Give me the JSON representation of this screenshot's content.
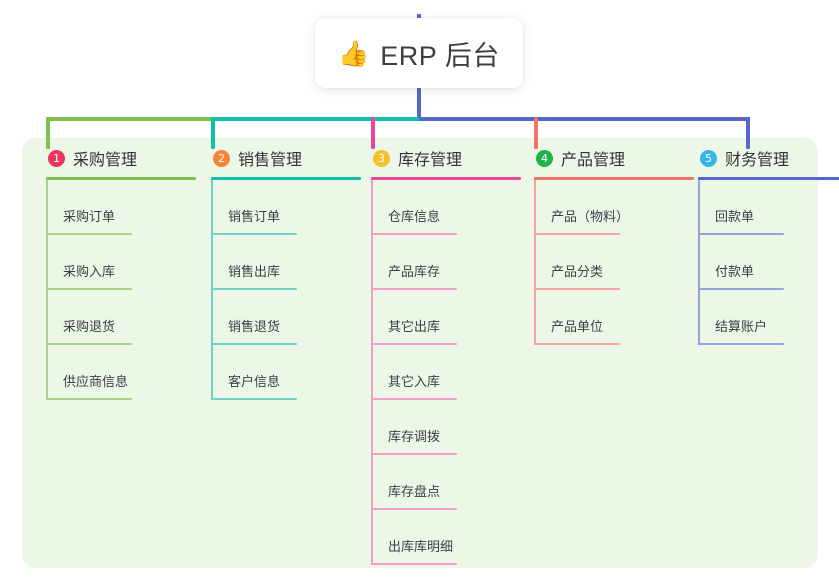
{
  "root": {
    "icon": "thumbs-up-icon",
    "emoji": "👍",
    "title": "ERP 后台"
  },
  "colors": {
    "panel_bg": "#edf7e7",
    "green": "#7cc24b",
    "teal": "#12bfa8",
    "pink": "#e8489b",
    "salmon": "#f4706a",
    "blue": "#5566cc",
    "badge1": "#e8365d",
    "badge2": "#f4863a",
    "badge3": "#f5c02b",
    "badge4": "#22b14c",
    "badge5": "#35b6e8",
    "item_green": "#a9d08e",
    "item_teal": "#6fd0c6",
    "item_pink": "#efa0c8",
    "item_salmon": "#f6a49f",
    "item_blue": "#94a6e0"
  },
  "columns": [
    {
      "number": "1",
      "title": "采购管理",
      "badge_color": "#e8365d",
      "rule_color": "#7cc24b",
      "item_rule_color": "#a9d08e",
      "items": [
        "采购订单",
        "采购入库",
        "采购退货",
        "供应商信息"
      ]
    },
    {
      "number": "2",
      "title": "销售管理",
      "badge_color": "#f4863a",
      "rule_color": "#12bfa8",
      "item_rule_color": "#6fd0c6",
      "items": [
        "销售订单",
        "销售出库",
        "销售退货",
        "客户信息"
      ]
    },
    {
      "number": "3",
      "title": "库存管理",
      "badge_color": "#f5c02b",
      "rule_color": "#e8489b",
      "item_rule_color": "#efa0c8",
      "items": [
        "仓库信息",
        "产品库存",
        "其它出库",
        "其它入库",
        "库存调拨",
        "库存盘点",
        "出库库明细"
      ]
    },
    {
      "number": "4",
      "title": "产品管理",
      "badge_color": "#22b14c",
      "rule_color": "#f4706a",
      "item_rule_color": "#f6a49f",
      "items": [
        "产品（物料）",
        "产品分类",
        "产品单位"
      ]
    },
    {
      "number": "5",
      "title": "财务管理",
      "badge_color": "#35b6e8",
      "rule_color": "#5566cc",
      "item_rule_color": "#94a6e0",
      "items": [
        "回款单",
        "付款单",
        "结算账户"
      ]
    }
  ]
}
